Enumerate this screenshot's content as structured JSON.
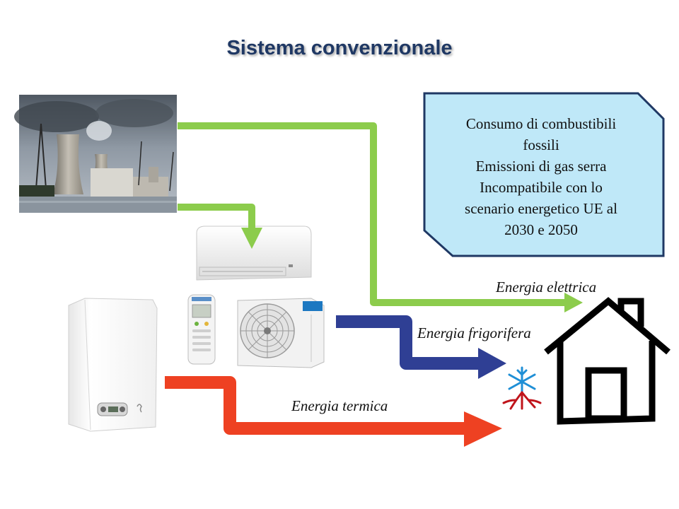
{
  "title": "Sistema convenzionale",
  "callout": {
    "lines": [
      "Consumo di combustibili",
      "fossili",
      "Emissioni di gas serra",
      "Incompatibile con lo",
      "scenario energetico UE al",
      "2030 e 2050"
    ],
    "fill_color": "#bfe8f8",
    "border_color": "#1f3864"
  },
  "labels": {
    "electric": "Energia elettrica",
    "cooling": "Energia frigorifera",
    "thermal": "Energia termica"
  },
  "flow_colors": {
    "electric": "#8ccc4c",
    "cooling": "#2f3f94",
    "thermal": "#ee4122"
  },
  "images": {
    "power_plant": "power-plant-photo",
    "indoor_unit": "air-conditioner-indoor-unit",
    "remote": "remote-control",
    "outdoor_unit": "air-conditioner-outdoor-unit",
    "boiler": "wall-boiler",
    "house": "house-icon",
    "frost": "frost-icon"
  }
}
